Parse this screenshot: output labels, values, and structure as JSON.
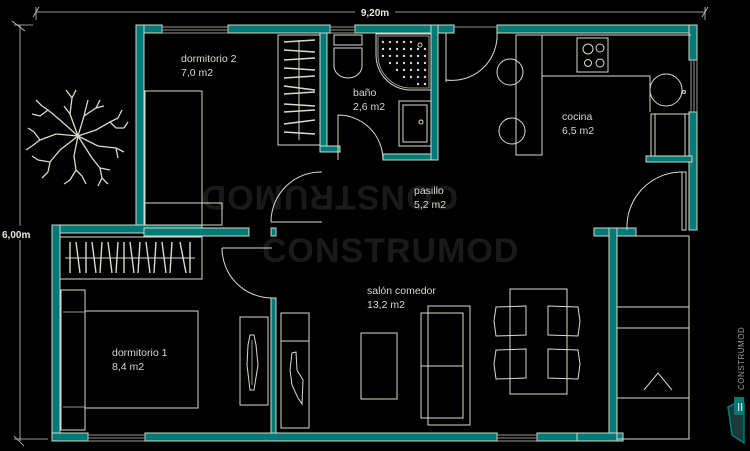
{
  "plan": {
    "brand": "CONSTRUMOD",
    "watermark": "CONSTRUMOD",
    "colors": {
      "background": "#000000",
      "wall": "#007a78",
      "line": "#d9dccd",
      "text": "#d8d8d0"
    },
    "dimensions": {
      "width": "9,20m",
      "height": "6,00m"
    },
    "rooms": [
      {
        "id": "dormitorio-2",
        "name": "dormitorio 2",
        "area": "7,0 m2"
      },
      {
        "id": "bano",
        "name": "baño",
        "area": "2,6 m2"
      },
      {
        "id": "cocina",
        "name": "cocina",
        "area": "6,5 m2"
      },
      {
        "id": "pasillo",
        "name": "pasillo",
        "area": "5,2 m2"
      },
      {
        "id": "salon-comedor",
        "name": "salón comedor",
        "area": "13,2 m2"
      },
      {
        "id": "dormitorio-1",
        "name": "dormitorio 1",
        "area": "8,4 m2"
      }
    ],
    "icons": [
      "tree-icon",
      "construmod-logo-icon"
    ]
  }
}
